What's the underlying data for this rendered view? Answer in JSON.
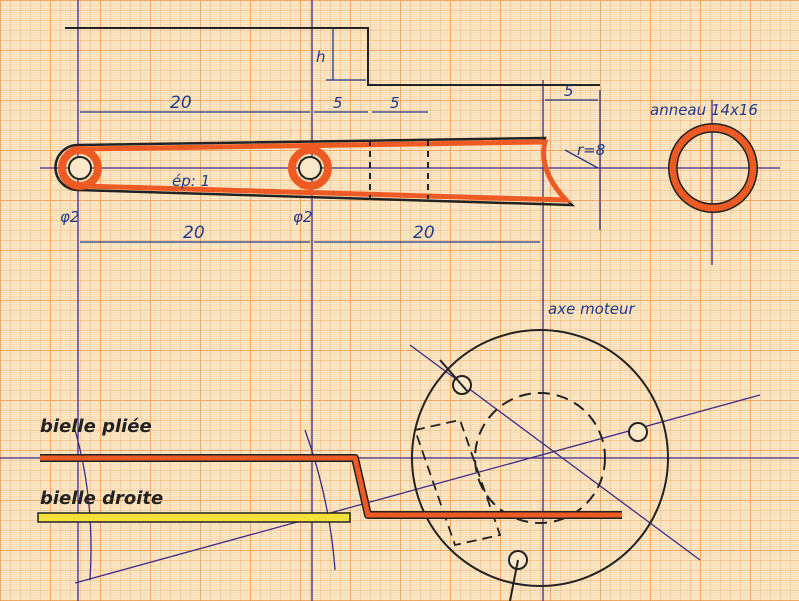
{
  "dimensions": {
    "top_left_20": "20",
    "top_5_a": "5",
    "top_5_b": "5",
    "right_5": "5",
    "height_h": "h",
    "radius": "r=8",
    "bottom_20_a": "20",
    "bottom_20_b": "20"
  },
  "annotations": {
    "thickness": "ép: 1",
    "hole_left": "φ2",
    "hole_middle": "φ2",
    "ring": "anneau 14x16",
    "motor_axis": "axe moteur"
  },
  "labels": {
    "bent_rod": "bielle pliée",
    "straight_rod": "bielle droite"
  },
  "colors": {
    "ink": "#1f3a8f",
    "orange": "#ee5a24",
    "yellow": "#f3e03a",
    "purple": "#3b2a8a"
  }
}
